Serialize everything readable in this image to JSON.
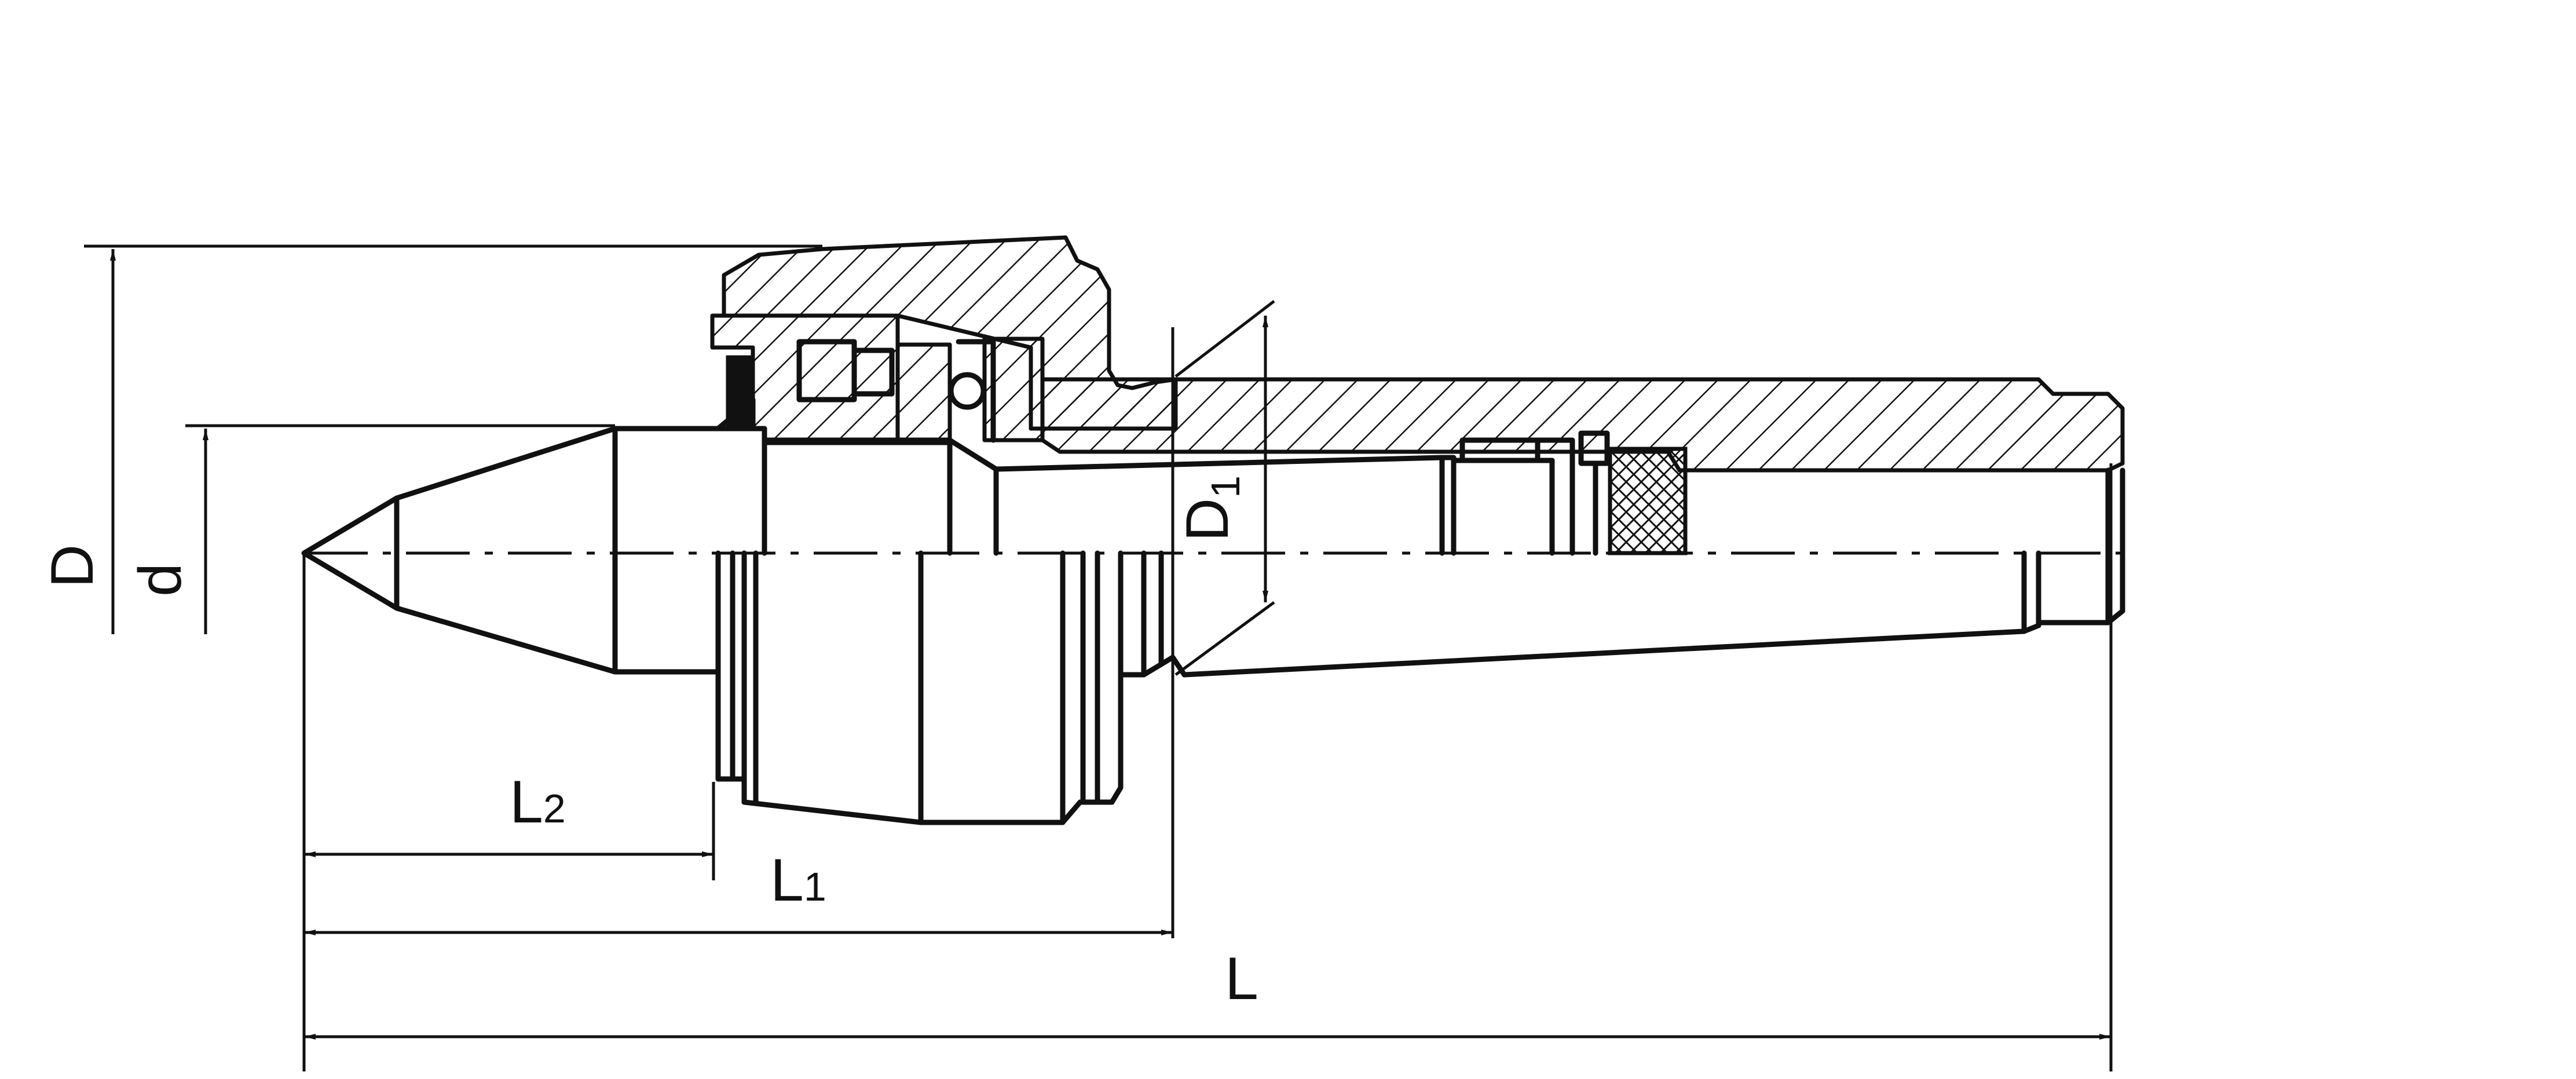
{
  "dimensions": {
    "D": {
      "main": "D",
      "sub": ""
    },
    "d": {
      "main": "d",
      "sub": ""
    },
    "D1": {
      "main": "D",
      "sub": "1"
    },
    "L": {
      "main": "L",
      "sub": ""
    },
    "L1": {
      "main": "L",
      "sub": "1"
    },
    "L2": {
      "main": "L",
      "sub": "2"
    }
  },
  "colors": {
    "line": "#111111",
    "background": "#ffffff"
  }
}
